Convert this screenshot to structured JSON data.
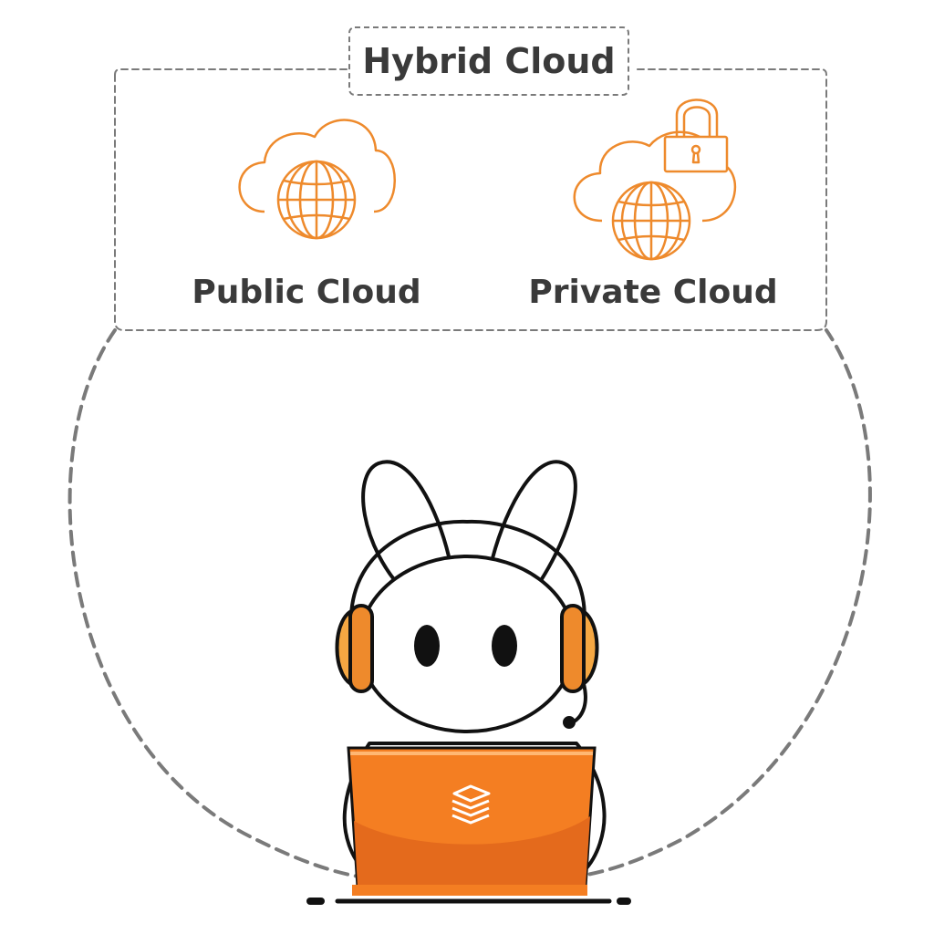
{
  "diagram": {
    "title": "Hybrid Cloud",
    "nodes": [
      {
        "label": "Public Cloud",
        "icon": "public-cloud-globe-icon"
      },
      {
        "label": "Private Cloud",
        "icon": "private-cloud-lock-icon"
      }
    ],
    "mascot": {
      "icon": "bunny-with-headset-icon",
      "laptop_icon": "stacked-layers-logo-icon"
    }
  },
  "colors": {
    "accent": "#ee8a2c",
    "laptop": "#f47e22",
    "laptop_dark": "#e46a1c",
    "outline": "#111111",
    "text": "#3a3a3a",
    "dash": "#7a7a7a"
  }
}
